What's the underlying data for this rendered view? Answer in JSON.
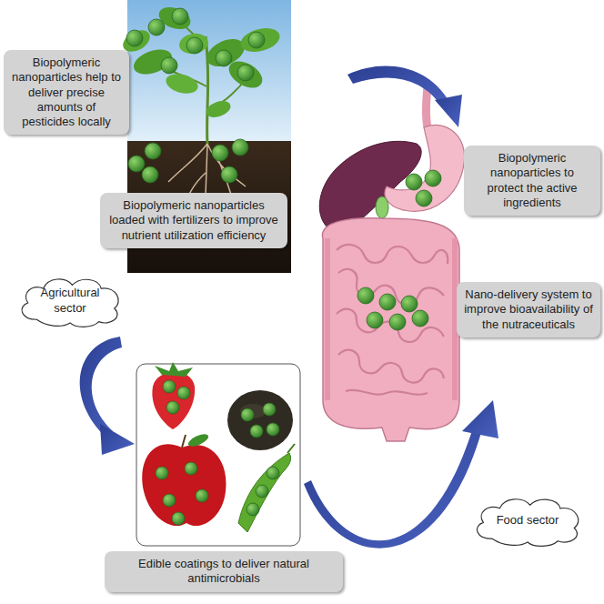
{
  "diagram": {
    "nodes": [
      {
        "text": [
          "Biopolymeric nanoparticles help to deliver precise amounts of pesticides locally"
        ]
      },
      {
        "text": [
          "Biopolymeric nanoparticles to protect the active ingredients"
        ]
      },
      {
        "text": [
          "Biopolymeric nanoparticles loaded with fertilizers to improve nutrient utilization efficiency"
        ]
      },
      {
        "text": [
          "Agricultural sector"
        ]
      },
      {
        "text": [
          "Nano-delivery system to improve bioavailability of the nutraceuticals"
        ]
      },
      {
        "text": [
          "Food sector"
        ]
      },
      {
        "text": [
          "Edible coatings to deliver natural antimicrobials"
        ]
      }
    ]
  }
}
